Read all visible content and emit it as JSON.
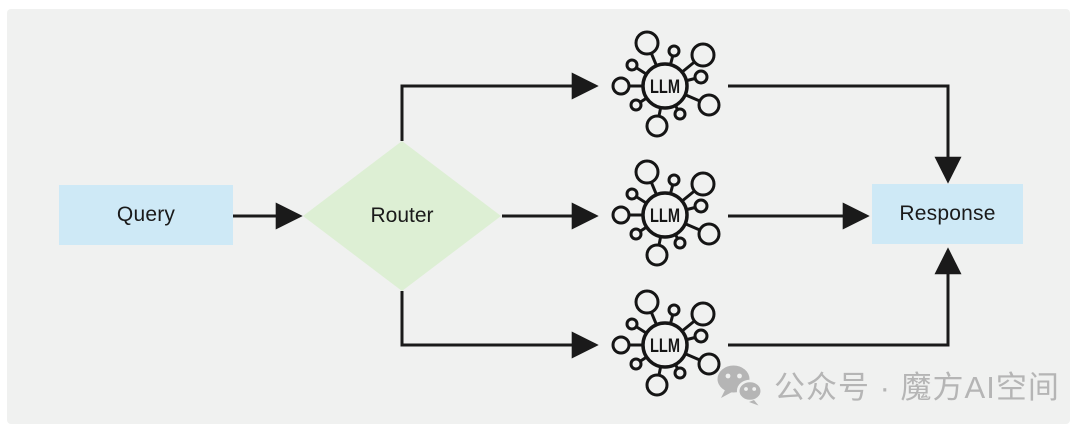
{
  "canvas": {
    "page_background": "#ffffff",
    "background": "#f0f1f0"
  },
  "diagram": {
    "query": {
      "label": "Query",
      "fill": "#cee9f6"
    },
    "router": {
      "label": "Router",
      "fill": "#ddefd4"
    },
    "response": {
      "label": "Response",
      "fill": "#cee9f6"
    },
    "llm_nodes": [
      {
        "label": "LLM"
      },
      {
        "label": "LLM"
      },
      {
        "label": "LLM"
      }
    ],
    "line_color": "#1a1a1a"
  },
  "watermark": {
    "icon": "wechat-icon",
    "text": "公众号 · 魔方AI空间",
    "color": "#b5b5b5"
  }
}
